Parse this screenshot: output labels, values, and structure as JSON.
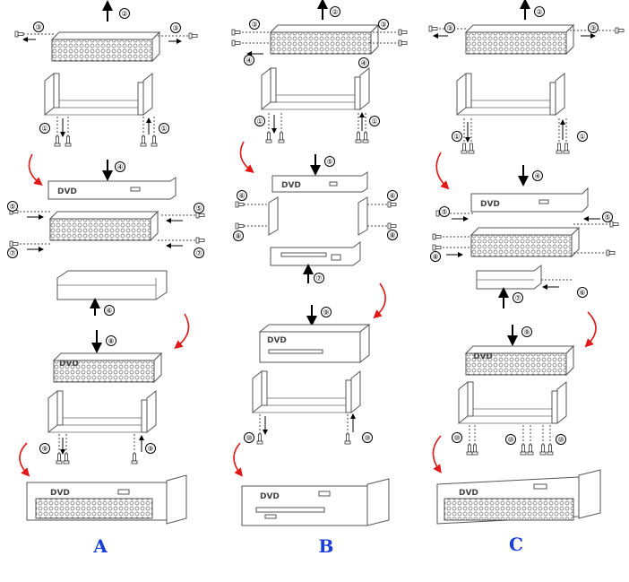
{
  "panels": [
    {
      "id": "A",
      "label": "A",
      "color": "#1a3fd6"
    },
    {
      "id": "B",
      "label": "B",
      "color": "#1a3fd6"
    },
    {
      "id": "C",
      "label": "C",
      "color": "#1a3fd6"
    }
  ],
  "device_text": "DVD",
  "steps": {
    "s1": "①",
    "s2": "②",
    "s3": "③",
    "s4": "④",
    "s5": "⑤",
    "s6": "⑥",
    "s7": "⑦",
    "s8": "⑧",
    "s9": "⑨",
    "s10": "⑩"
  },
  "colors": {
    "arrow_red": "#e01818",
    "label_blue": "#1a3fd6",
    "line": "#555555"
  }
}
